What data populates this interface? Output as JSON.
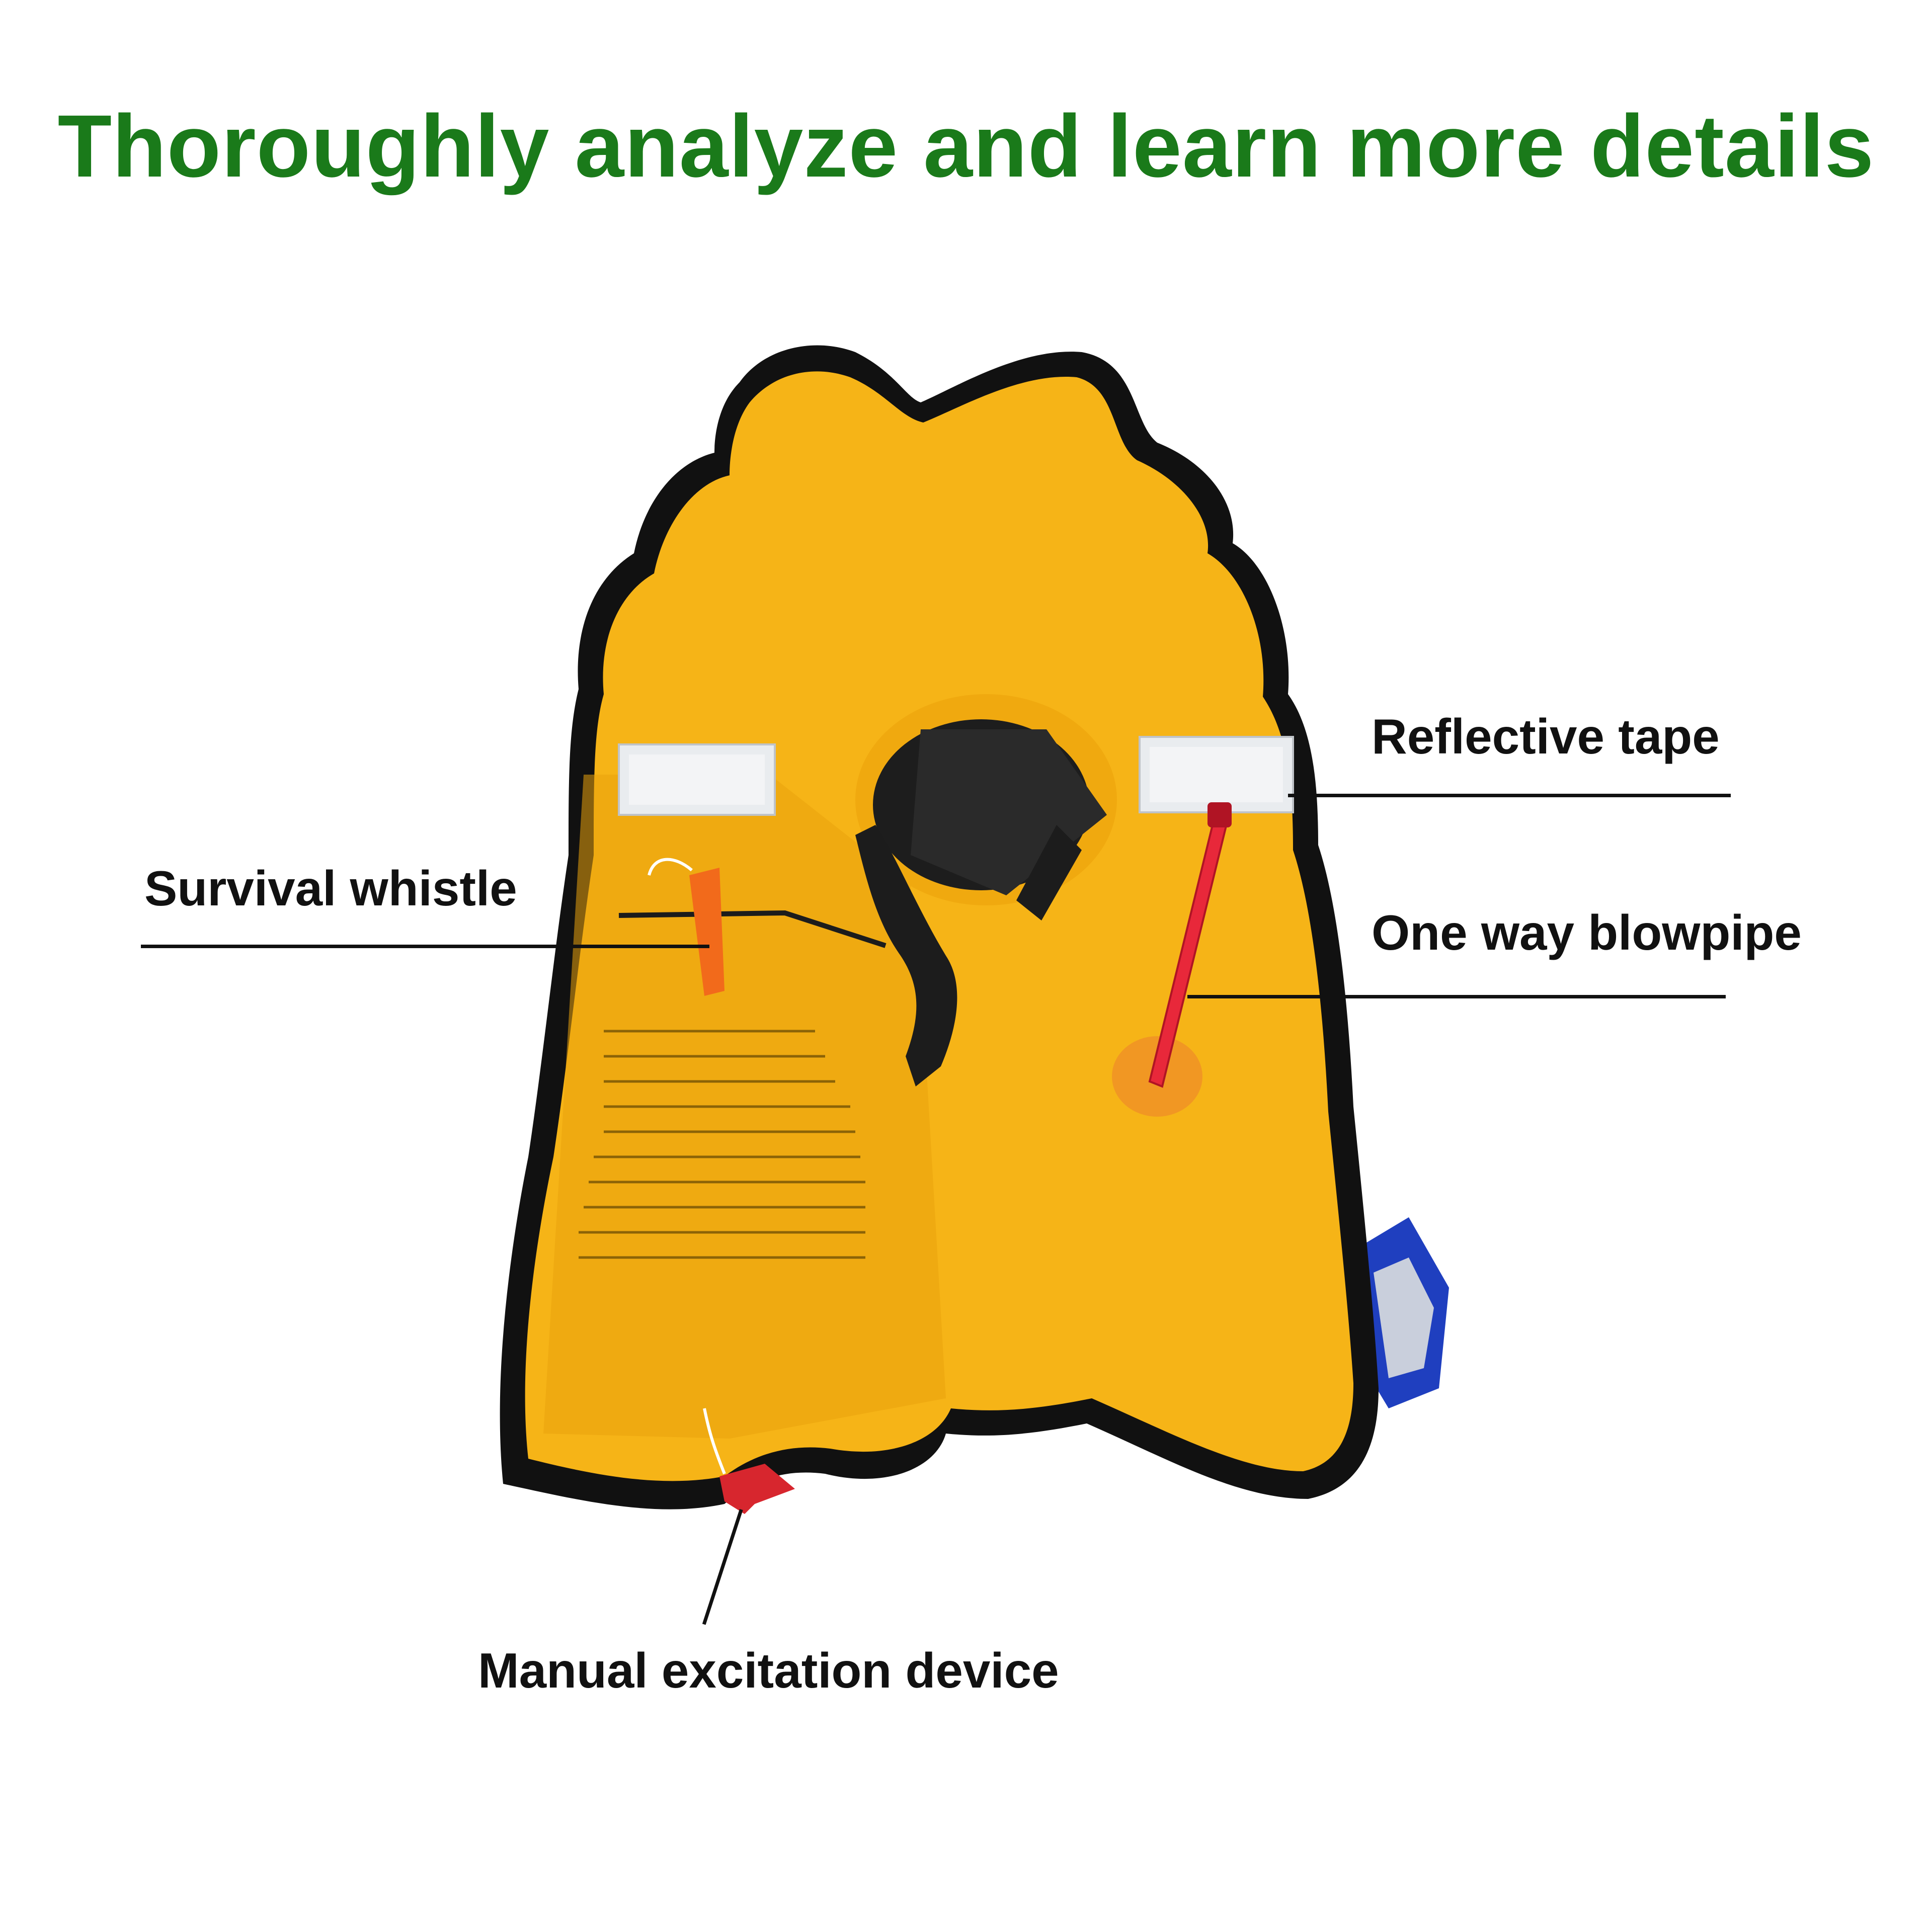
{
  "title": "Thoroughly analyze and learn more details",
  "colors": {
    "title": "#1a7a1a",
    "jacket": "#f6b417",
    "jacket_shade": "#e9a30c",
    "edge": "#111111",
    "reflective": "#e9ecef",
    "whistle": "#f26a1b",
    "blowpipe": "#e8283a",
    "strap_blue": "#1f3fbf"
  },
  "labels": {
    "reflective_tape": "Reflective tape",
    "survival_whistle": "Survival whistle",
    "one_way_blowpipe": "One way blowpipe",
    "manual_excitation_device": "Manual excitation device"
  },
  "icons": {
    "jacket": "inflatable-life-jacket-illustration"
  }
}
